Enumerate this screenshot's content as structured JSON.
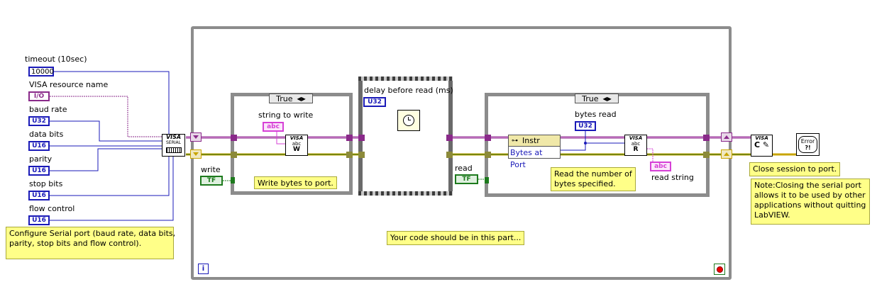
{
  "controls": {
    "timeout": {
      "label": "timeout (10sec)",
      "value": "10000"
    },
    "visa_resource": {
      "label": "VISA resource name",
      "value": "I/O"
    },
    "baud_rate": {
      "label": "baud rate",
      "value": "U32"
    },
    "data_bits": {
      "label": "data bits",
      "value": "U16"
    },
    "parity": {
      "label": "parity",
      "value": "U16"
    },
    "stop_bits": {
      "label": "stop bits",
      "value": "U16"
    },
    "flow_control": {
      "label": "flow control",
      "value": "U16"
    }
  },
  "nodes": {
    "visa_serial": {
      "line1": "VISA",
      "line2": "SERIAL"
    },
    "visa_write": {
      "label": "W"
    },
    "visa_read": {
      "label": "R"
    },
    "visa_close": {
      "label": "VISA"
    },
    "error_handler": {
      "label": "Error"
    },
    "property_node": {
      "header": "Instr",
      "item": "Bytes at Port"
    }
  },
  "case_write": {
    "selector": "True",
    "input_label": "string to write",
    "input_type": "abc"
  },
  "case_read": {
    "selector": "True",
    "indicator_label": "bytes read",
    "indicator_type": "U32",
    "output_label": "read string",
    "output_type": "abc"
  },
  "sequence": {
    "label": "delay before read (ms)",
    "type": "U32"
  },
  "booleans": {
    "write": {
      "label": "write",
      "value": "TF"
    },
    "read": {
      "label": "read",
      "value": "TF"
    }
  },
  "notes": {
    "configure": [
      "Configure Serial port (baud rate, data bits,",
      "parity, stop bits and flow control)."
    ],
    "write_bytes": "Write bytes to port.",
    "read_number": [
      "Read the number of",
      "bytes specified."
    ],
    "your_code": "Your code should be in this part...",
    "close_session": "Close session to port.",
    "closing_note": [
      "Note:Closing the serial port",
      "allows it to be used by other",
      "applications without quitting",
      "LabVIEW."
    ]
  },
  "loop": {
    "iteration": "i"
  },
  "colors": {
    "visa_wire": "#8a2a8a",
    "error_wire": "#c8a400",
    "numeric": "#1a1ab8",
    "boolean": "#1d7a1d",
    "string": "#d640d6"
  }
}
